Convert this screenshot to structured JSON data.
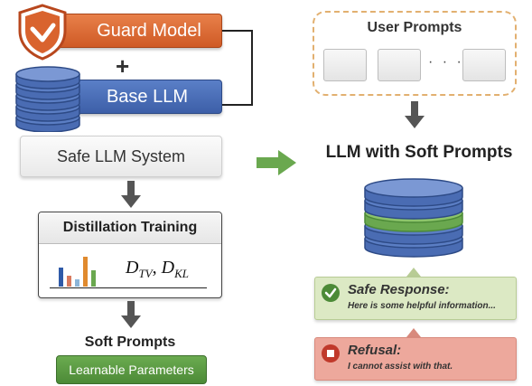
{
  "left": {
    "guard_label": "Guard Model",
    "plus_sign": "+",
    "base_label": "Base LLM",
    "safe_system_label": "Safe LLM System",
    "distillation_title": "Distillation Training",
    "formula_d1": "D",
    "formula_d1_sub": "TV",
    "formula_sep": ", ",
    "formula_d2": "D",
    "formula_d2_sub": "KL",
    "soft_prompts_title": "Soft Prompts",
    "learnable_label": "Learnable Parameters"
  },
  "right": {
    "user_prompts_title": "User Prompts",
    "ellipsis": "· · ·",
    "llm_title": "LLM with Soft Prompts",
    "safe_response_title": "Safe Response:",
    "safe_response_text": "Here is some helpful information...",
    "refusal_title": "Refusal:",
    "refusal_text": "I cannot assist with that."
  },
  "colors": {
    "guard": "#d9632e",
    "base_llm": "#4a6cb3",
    "learnable": "#5a9a42",
    "safe_response": "#dce9c4",
    "refusal": "#eda89c",
    "dashed_border": "#e2b070",
    "mini_bars": [
      "#2f5aa8",
      "#d97a5e",
      "#8cb5d8",
      "#e08a2e",
      "#6aa84f"
    ]
  },
  "mini_chart_values": [
    0.55,
    0.32,
    0.22,
    0.88,
    0.48
  ],
  "icons": [
    "shield-check-icon",
    "database-icon",
    "arrow-down-icon",
    "arrow-right-icon",
    "check-circle-icon",
    "stop-circle-icon"
  ]
}
